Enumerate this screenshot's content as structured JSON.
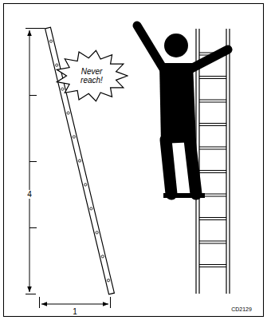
{
  "diagram": {
    "nodes": [
      {
        "text": [
          "Never reach!"
        ]
      }
    ],
    "labels": [
      "4",
      "1",
      "CD2129"
    ]
  }
}
